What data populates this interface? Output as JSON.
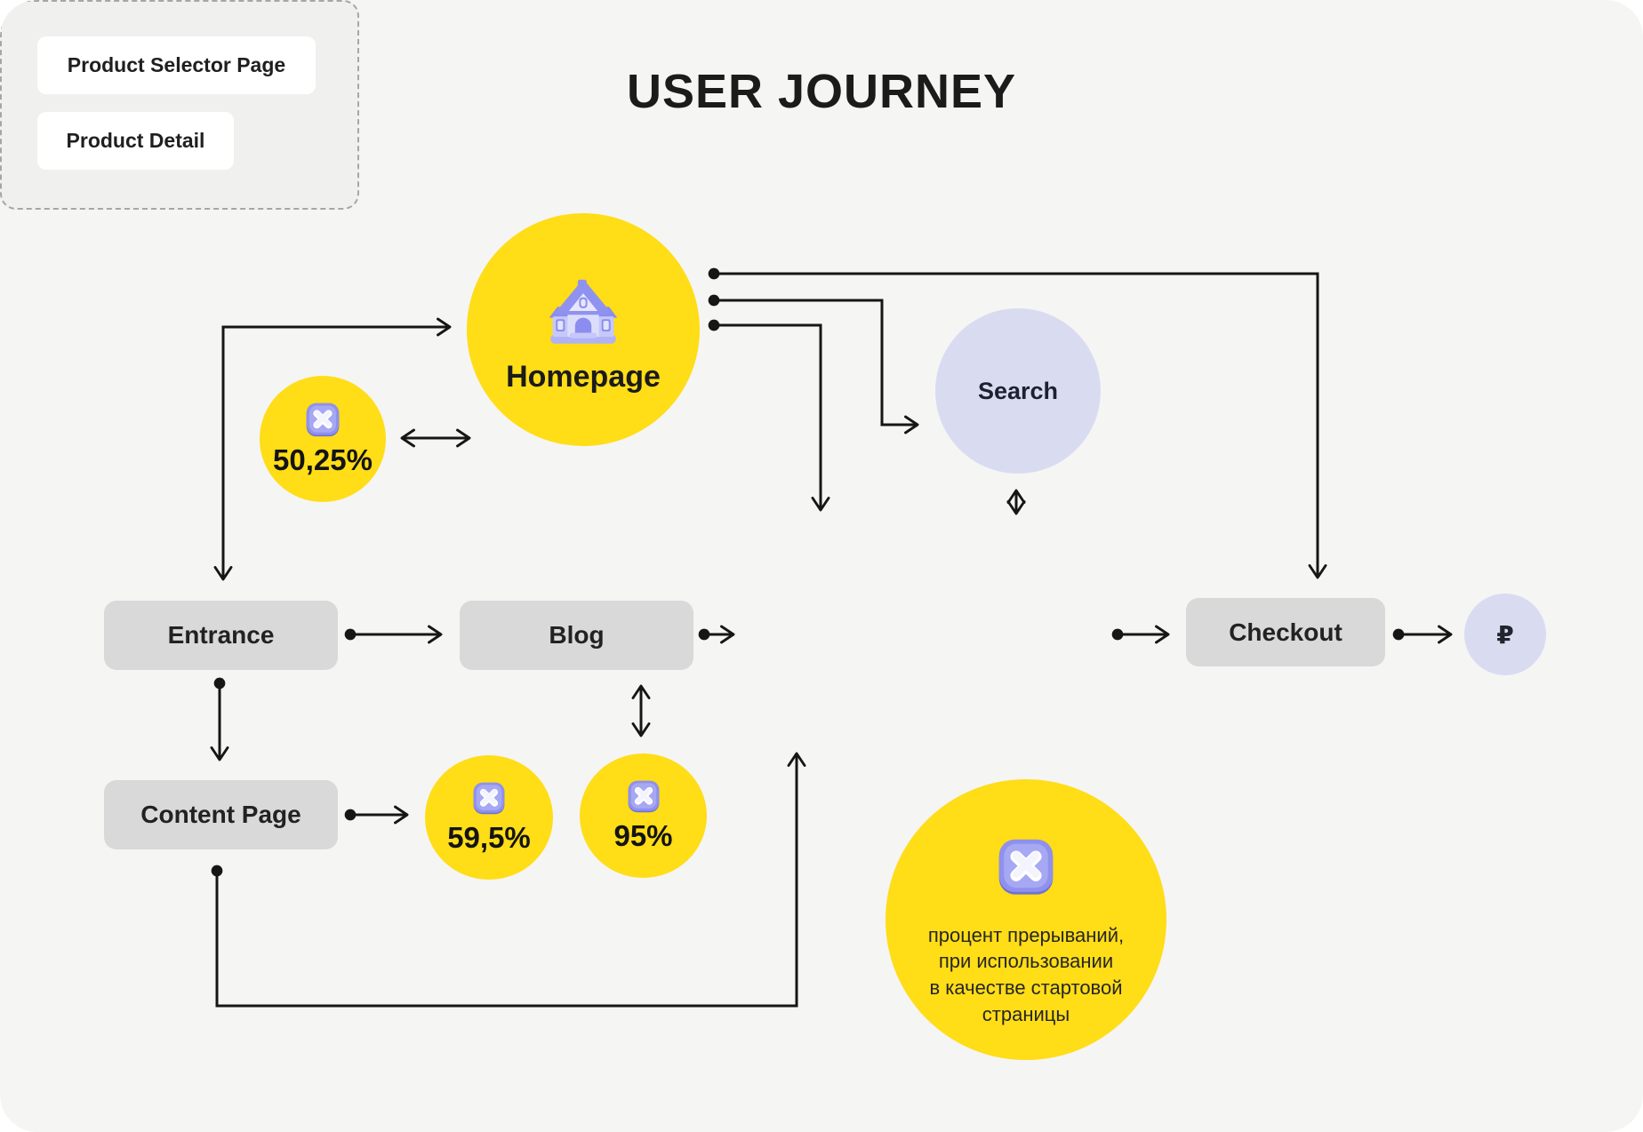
{
  "title": "USER JOURNEY",
  "colors": {
    "yellow": "#FFDD17",
    "lavender": "#D9DCF1",
    "gray_box": "#D9D9D9",
    "canvas_bg": "#F5F5F4",
    "line": "#161616",
    "icon_purple": "#8F91EC"
  },
  "nodes": {
    "homepage": {
      "label": "Homepage",
      "icon": "house-icon"
    },
    "search": {
      "label": "Search"
    },
    "entrance": {
      "label": "Entrance"
    },
    "blog": {
      "label": "Blog"
    },
    "product_selector": {
      "label": "Product Selector Page"
    },
    "product_detail": {
      "label": "Product Detail"
    },
    "checkout": {
      "label": "Checkout"
    },
    "content_page": {
      "label": "Content Page"
    },
    "payment": {
      "label": "₽"
    }
  },
  "stats": {
    "homepage_abandon": {
      "value": "50,25%",
      "icon": "x-icon"
    },
    "content_abandon": {
      "value": "59,5%",
      "icon": "x-icon"
    },
    "blog_abandon": {
      "value": "95%",
      "icon": "x-icon"
    }
  },
  "legend": {
    "icon": "x-icon",
    "lines": [
      "процент прерываний,",
      "при использовании",
      "в качестве стартовой",
      "страницы"
    ]
  }
}
